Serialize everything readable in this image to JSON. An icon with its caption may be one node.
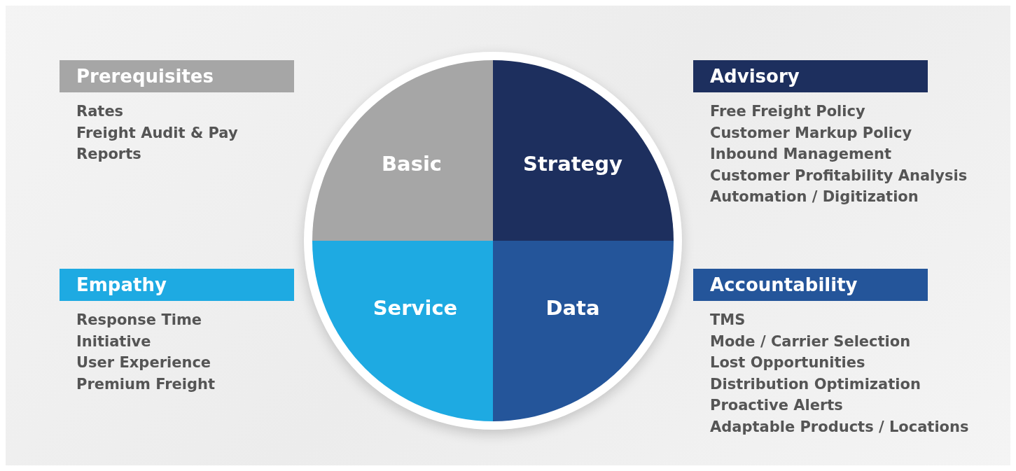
{
  "diagram": {
    "nodes": [
      {
        "text": [
          "Prerequisites"
        ],
        "beside": [
          "Rates",
          "Freight Audit & Pay",
          "Reports"
        ]
      },
      {
        "text": [
          "Basic"
        ]
      },
      {
        "text": [
          "Strategy"
        ]
      },
      {
        "text": [
          "Advisory"
        ],
        "beside": [
          "Free Freight Policy",
          "Customer Markup Policy",
          "Inbound Management",
          "Customer Profitability Analysis",
          "Automation / Digitization"
        ]
      },
      {
        "text": [
          "Empathy"
        ],
        "beside": [
          "Response Time",
          "Initiative",
          "User Experience",
          "Premium Freight"
        ]
      },
      {
        "text": [
          "Service"
        ]
      },
      {
        "text": [
          "Data"
        ]
      },
      {
        "text": [
          "Accountability"
        ],
        "beside": [
          "TMS",
          "Mode / Carrier Selection",
          "Lost Opportunities",
          "Distribution Optimization",
          "Proactive Alerts",
          "Adaptable Products / Locations"
        ]
      }
    ]
  }
}
